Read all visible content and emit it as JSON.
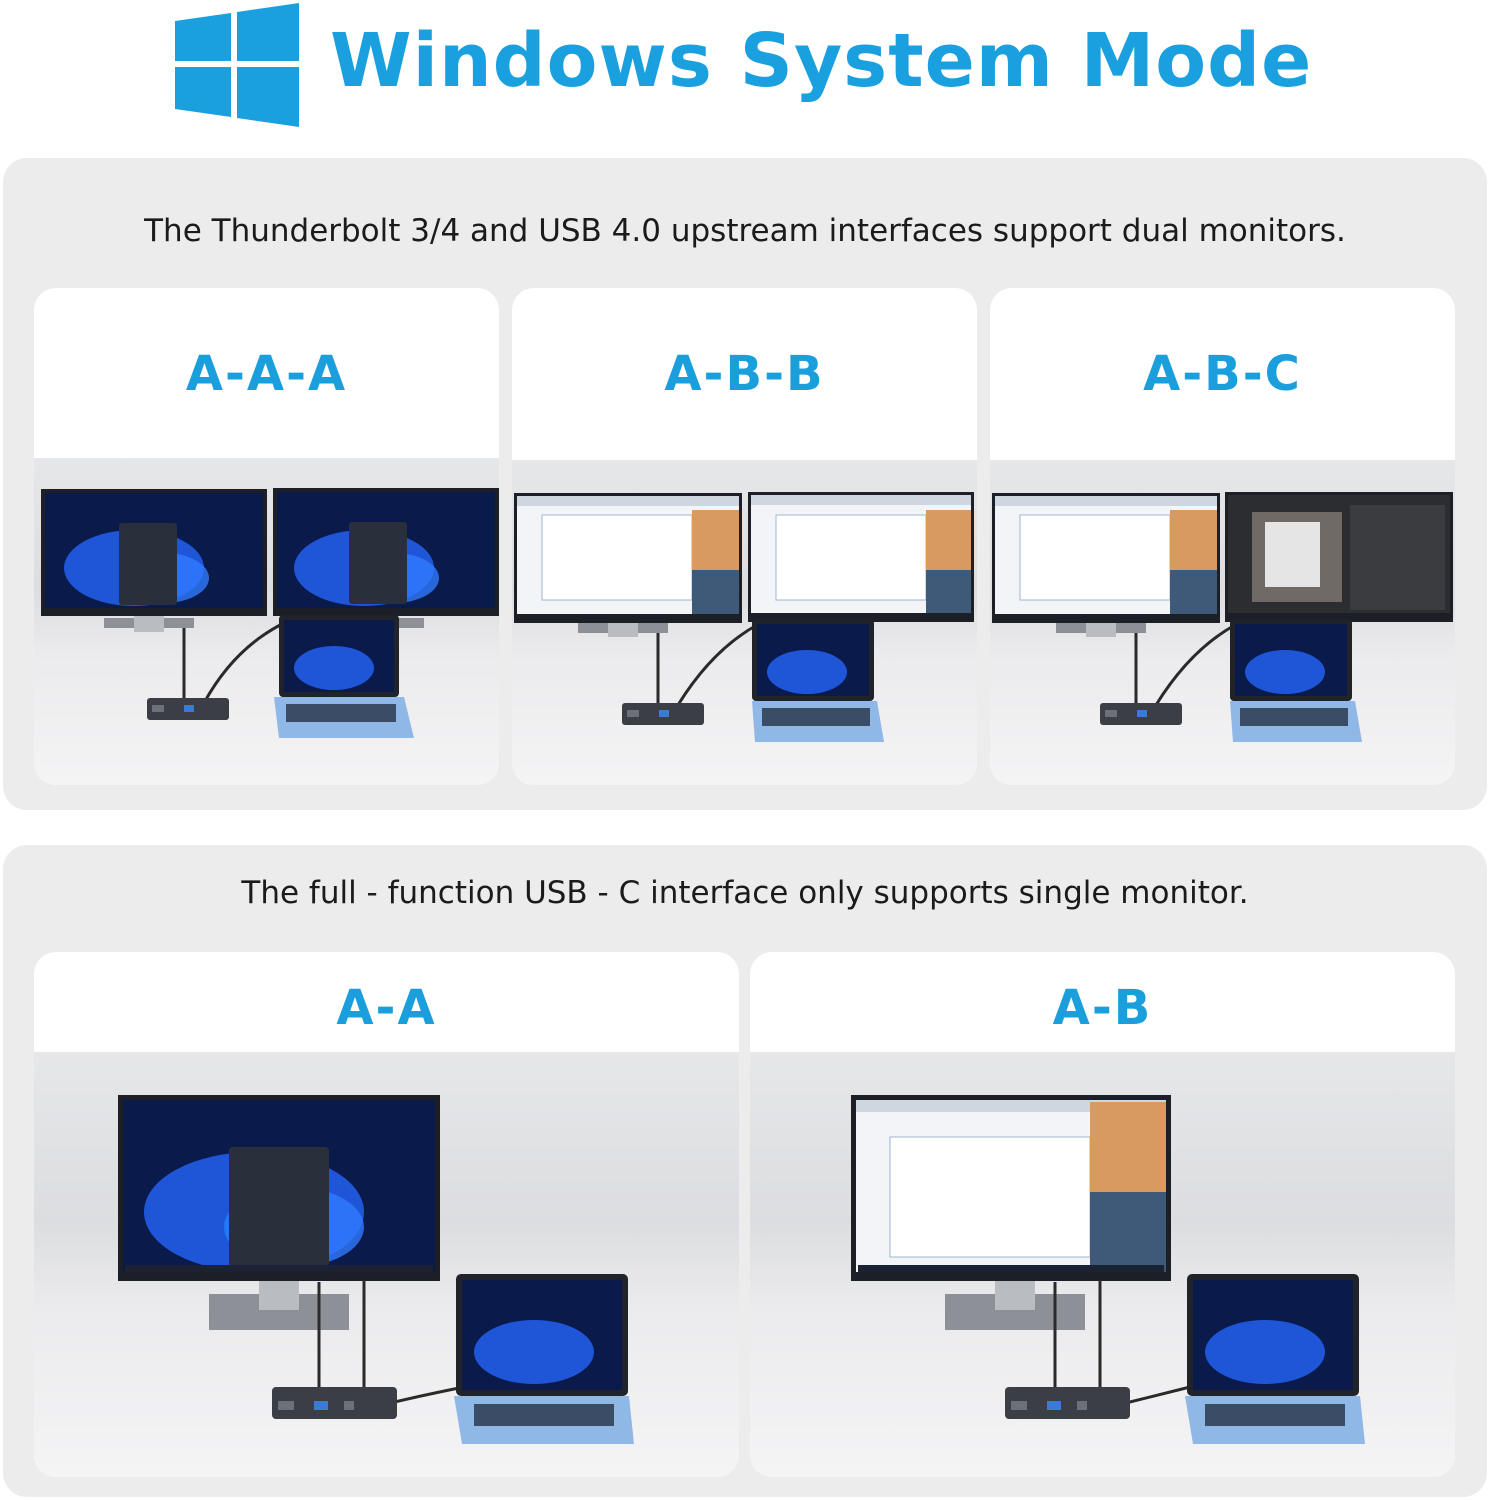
{
  "header": {
    "logo_icon": "windows-logo-icon",
    "title": "Windows System Mode",
    "accent_color": "#1aa0de"
  },
  "panels": [
    {
      "caption": "The Thunderbolt 3/4 and USB 4.0 upstream interfaces support dual monitors.",
      "cards": [
        {
          "label": "A-A-A",
          "monitors": [
            "windows-desktop",
            "windows-desktop"
          ]
        },
        {
          "label": "A-B-B",
          "monitors": [
            "office-app",
            "office-app"
          ]
        },
        {
          "label": "A-B-C",
          "monitors": [
            "office-app",
            "photo-editor"
          ]
        }
      ]
    },
    {
      "caption": "The full - function USB - C interface only supports single monitor.",
      "cards": [
        {
          "label": "A-A",
          "monitors": [
            "windows-desktop"
          ]
        },
        {
          "label": "A-B",
          "monitors": [
            "office-app"
          ]
        }
      ]
    }
  ]
}
